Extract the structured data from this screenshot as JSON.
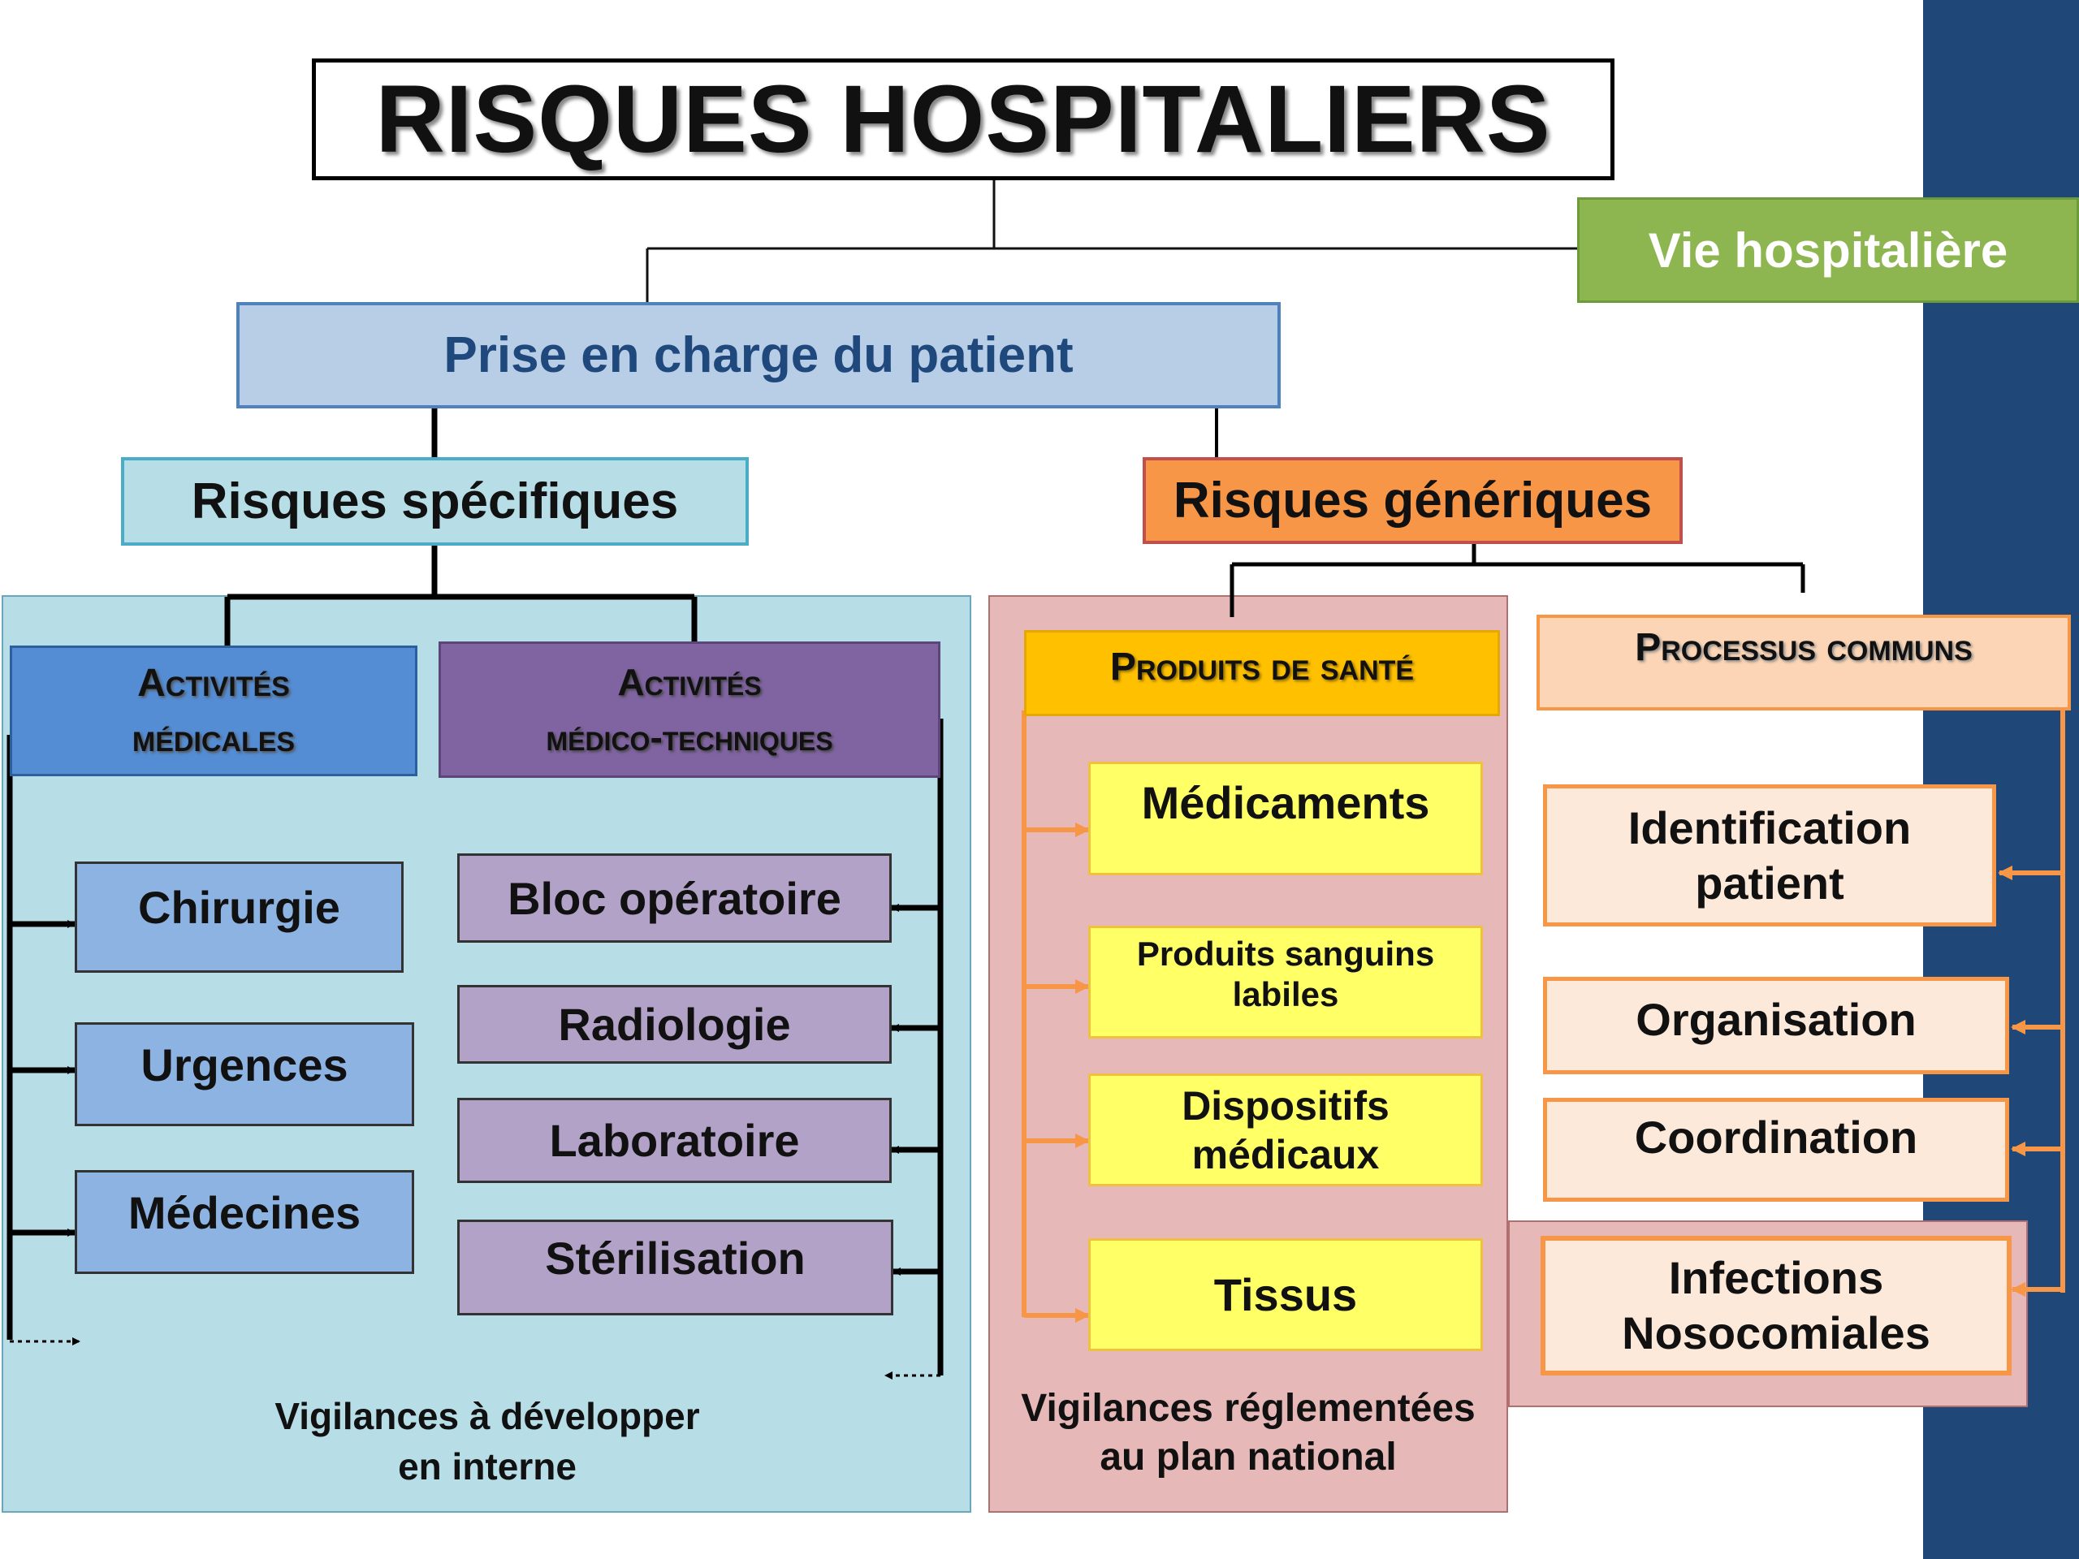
{
  "title": "RISQUES HOSPITALIERS",
  "vie": "Vie hospitalière",
  "prise": "Prise en charge du patient",
  "specifiques": {
    "title": "Risques spécifiques",
    "medicales": {
      "header": "Activités\nmédicales",
      "items": [
        "Chirurgie",
        "Urgences",
        "Médecines"
      ]
    },
    "medico": {
      "header": "Activités\nmédico-techniques",
      "items": [
        "Bloc opératoire",
        "Radiologie",
        "Laboratoire",
        "Stérilisation"
      ]
    },
    "footer": "Vigilances à développer\nen interne"
  },
  "generiques": {
    "title": "Risques génériques",
    "produits": {
      "header": "Produits de santé",
      "items": [
        "Médicaments",
        "Produits sanguins\nlabiles",
        "Dispositifs\nmédicaux",
        "Tissus"
      ]
    },
    "processus": {
      "header": "Processus communs",
      "items": [
        "Identification\npatient",
        "Organisation",
        "Coordination",
        "Infections\nNosocomiales"
      ]
    },
    "footer": "Vigilances réglementées\nau plan national"
  },
  "colors": {
    "navy_bar": "#1f4778",
    "green": "#8db550",
    "prise_fill": "#b8cde6",
    "prise_text": "#1f497d",
    "light_blue_panel": "#b7dde7",
    "blue_header": "#548dd4",
    "blue_item": "#8db3e2",
    "purple_header": "#8064a2",
    "purple_item": "#b2a2c7",
    "pink_panel": "#e6b9b8",
    "orange_title": "#f79646",
    "gold_header": "#ffc000",
    "yellow_item": "#ffff66",
    "peach": "#fbe5d6",
    "orange_arrow": "#f79646"
  }
}
